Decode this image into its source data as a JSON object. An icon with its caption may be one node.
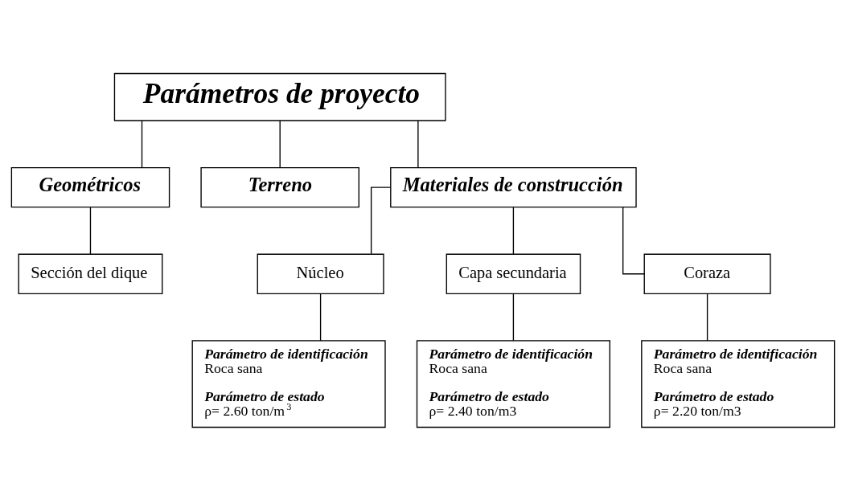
{
  "diagram": {
    "nodes": [
      {
        "text": [
          "Parámetros de proyecto"
        ]
      },
      {
        "text": [
          "Geométricos"
        ]
      },
      {
        "text": [
          "Terreno"
        ]
      },
      {
        "text": [
          "Materiales de construcción"
        ]
      },
      {
        "text": [
          "Sección del dique"
        ]
      },
      {
        "text": [
          "Núcleo"
        ]
      },
      {
        "text": [
          "Capa secundaria"
        ]
      },
      {
        "text": [
          "Coraza"
        ]
      },
      {
        "text": [
          "Parámetro de identificación",
          "Roca sana",
          "Parámetro de estado",
          "ρ= 2.60 ton/m$^{3}$"
        ]
      },
      {
        "text": [
          "Parámetro de identificación",
          "Roca sana",
          "Parámetro de estado",
          "ρ= 2.40 ton/m3"
        ]
      },
      {
        "text": [
          "Parámetro de identificación",
          "Roca sana",
          "Parámetro de estado",
          "ρ= 2.20 ton/m3"
        ]
      }
    ],
    "edges": [
      {
        "from": 0,
        "to": 1,
        "arrow": "none"
      },
      {
        "from": 0,
        "to": 2,
        "arrow": "none"
      },
      {
        "from": 0,
        "to": 3,
        "arrow": "none"
      },
      {
        "from": 1,
        "to": 4,
        "arrow": "none"
      },
      {
        "from": 3,
        "to": 5,
        "arrow": "none"
      },
      {
        "from": 3,
        "to": 6,
        "arrow": "none"
      },
      {
        "from": 3,
        "to": 7,
        "arrow": "none"
      },
      {
        "from": 5,
        "to": 8,
        "arrow": "none"
      },
      {
        "from": 6,
        "to": 9,
        "arrow": "none"
      },
      {
        "from": 7,
        "to": 10,
        "arrow": "none"
      }
    ]
  }
}
